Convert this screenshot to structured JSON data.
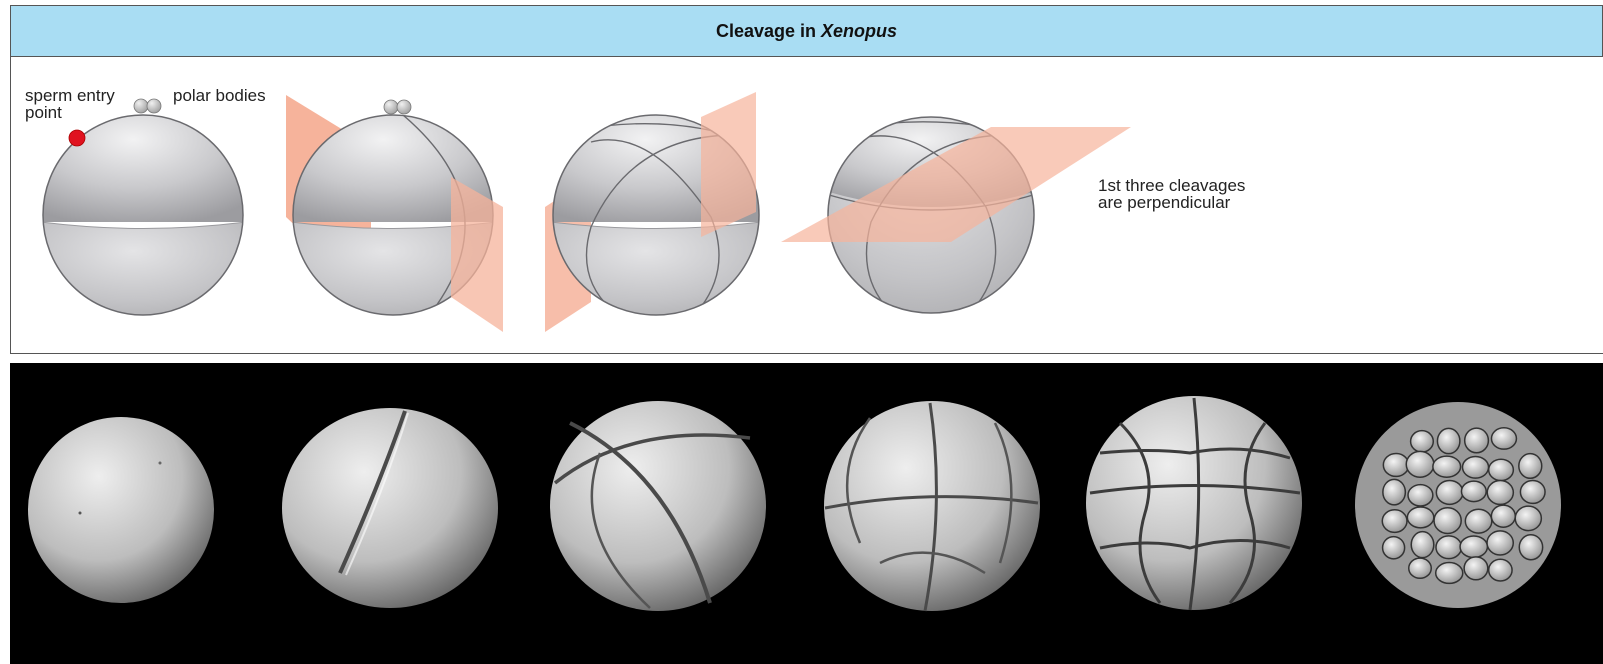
{
  "title": {
    "prefix": "Cleavage in",
    "species": "Xenopus"
  },
  "labels": {
    "sperm_entry": [
      "sperm entry",
      "point"
    ],
    "polar_bodies": "polar bodies",
    "cleavage_note": [
      "1st three cleavages",
      "are perpendicular"
    ]
  },
  "colors": {
    "title_bg": "#a9ddf3",
    "plane": "#f6b39b",
    "embryo_gray": "#b8b8bc",
    "sperm_point": "#e0121f",
    "photo_bg": "#000000"
  },
  "micrograph_stages": [
    "1-cell",
    "2-cell",
    "4-cell",
    "8-cell",
    "16-cell",
    "32-cell"
  ]
}
